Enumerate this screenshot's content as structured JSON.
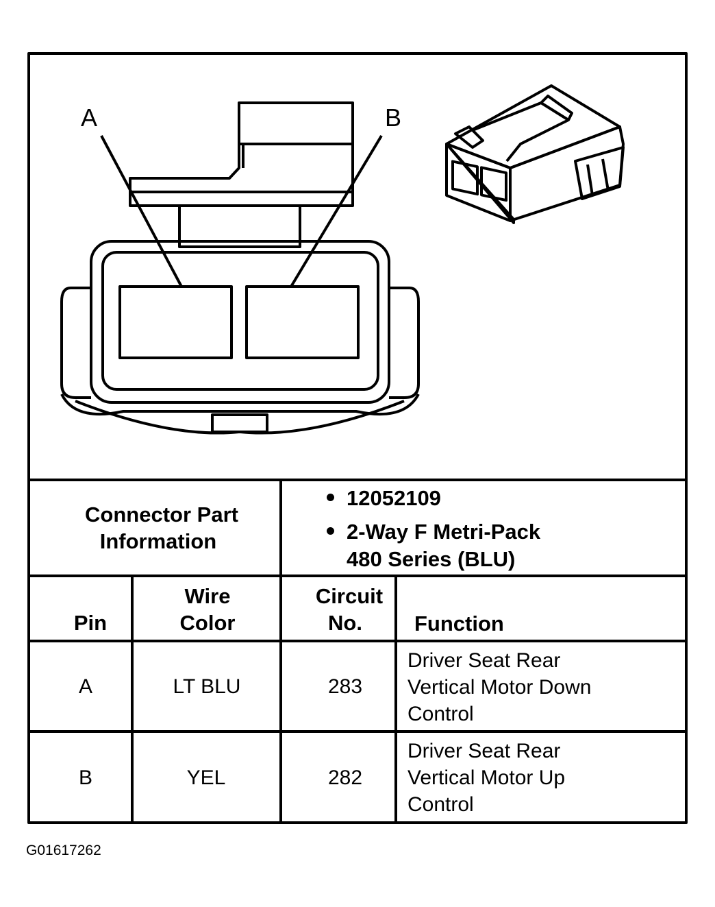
{
  "diagram": {
    "pin_labels": [
      "A",
      "B"
    ]
  },
  "part_info": {
    "label_line1": "Connector Part",
    "label_line2": "Information",
    "part_number": "12052109",
    "description_line1": "2-Way F Metri-Pack",
    "description_line2": "480 Series (BLU)"
  },
  "table": {
    "headers": {
      "pin": "Pin",
      "wire_color_line1": "Wire",
      "wire_color_line2": "Color",
      "circuit_line1": "Circuit",
      "circuit_line2": "No.",
      "function": "Function"
    },
    "rows": [
      {
        "pin": "A",
        "wire_color": "LT BLU",
        "circuit": "283",
        "function_line1": "Driver Seat Rear",
        "function_line2": "Vertical Motor Down",
        "function_line3": "Control"
      },
      {
        "pin": "B",
        "wire_color": "YEL",
        "circuit": "282",
        "function_line1": "Driver Seat Rear",
        "function_line2": "Vertical Motor Up",
        "function_line3": "Control"
      }
    ]
  },
  "figure_id": "G01617262"
}
